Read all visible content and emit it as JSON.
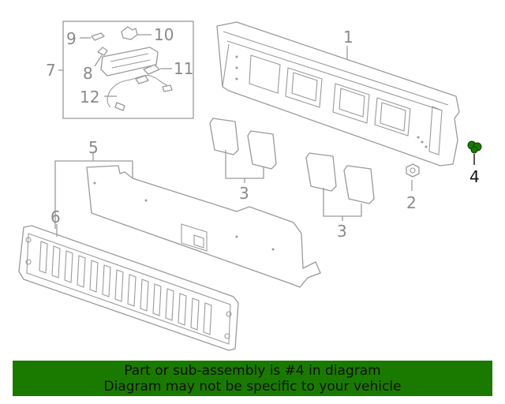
{
  "callouts": {
    "c1": "1",
    "c2": "2",
    "c3a": "3",
    "c3b": "3",
    "c4": "4",
    "c5": "5",
    "c6": "6",
    "c7": "7",
    "c8": "8",
    "c9": "9",
    "c10": "10",
    "c11": "11",
    "c12": "12"
  },
  "highlight": {
    "part": "4",
    "color": "#1a7a00"
  },
  "banner": {
    "line1": "Part or sub-assembly is #4 in diagram",
    "line2": "Diagram may not be specific to your vehicle",
    "color": "#1a7a00"
  }
}
